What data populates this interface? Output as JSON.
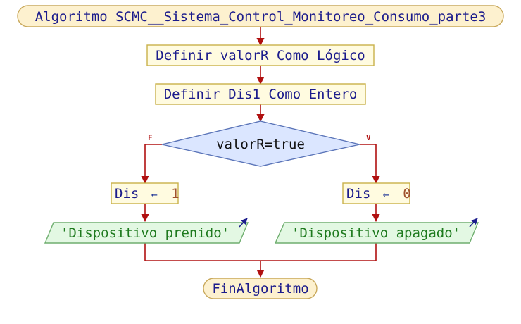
{
  "start": {
    "label": "Algoritmo SCMC__Sistema_Control_Monitoreo_Consumo_parte3"
  },
  "def1": {
    "label": "Definir valorR Como Lógico"
  },
  "def2": {
    "label": "Definir Dis1 Como Entero"
  },
  "decision": {
    "label": "valorR=true",
    "false_flag": "F",
    "true_flag": "V"
  },
  "assign_false": {
    "var": "Dis",
    "op": "←",
    "value": "1"
  },
  "assign_true": {
    "var": "Dis",
    "op": "←",
    "value": "0"
  },
  "output_false": {
    "label": "'Dispositivo prenido'"
  },
  "output_true": {
    "label": "'Dispositivo apagado'"
  },
  "end": {
    "label": "FinAlgoritmo"
  },
  "colors": {
    "terminal_fill": "#fdf1cf",
    "terminal_stroke": "#c9a95c",
    "process_fill": "#fffbe0",
    "process_stroke": "#c9b14a",
    "decision_fill": "#dbe6ff",
    "decision_stroke": "#5a74b8",
    "io_fill": "#e3f8e3",
    "io_stroke": "#6fae6f",
    "edge": "#b01010",
    "keyword_text": "#1c1c8c",
    "number_text": "#a0522d",
    "string_text": "#1e7a1e"
  }
}
